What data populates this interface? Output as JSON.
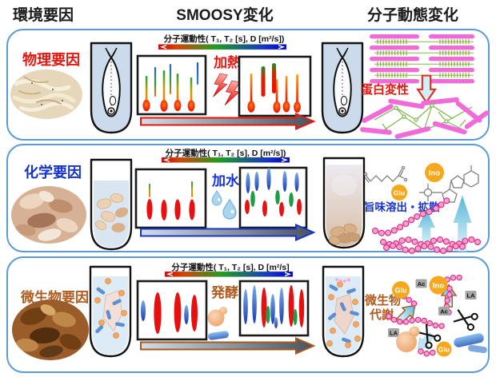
{
  "header": {
    "environment": "環境要因",
    "smoosy": "SMOOSY変化",
    "dynamics": "分子動態変化"
  },
  "rows": [
    {
      "factor": "物理要因",
      "axis_label": "分子運動性( T₁, T₂ [s], D [m²/s])",
      "change": "加熱",
      "result": "蛋白変性"
    },
    {
      "factor": "化学要因",
      "axis_label": "分子運動性( T₁, T₂ [s], D [m²/s])",
      "change": "加水",
      "result": "旨味溶出・拡散",
      "badge_ino": "Ino",
      "badge_glu": "Glu"
    },
    {
      "factor": "微生物要因",
      "axis_label": "分子運動性( T₁, T₂ [s], D [m²/s]",
      "change": "発酵",
      "result_line1": "微生物",
      "result_line2": "代謝",
      "badge_glu_top": "Glu",
      "badge_ino": "Ino",
      "badge_glu_bottom": "Glu",
      "badge_ac_top": "Ac",
      "badge_ac_mid": "Ac",
      "badge_la_right": "LA",
      "badge_la_left": "LA"
    }
  ],
  "icons": {
    "scissors": "✂"
  },
  "colors": {
    "frame_border": "#5b9bd5",
    "physical_accent": "#e8150d",
    "chemical_accent": "#1733cf",
    "microbial_accent": "#b05a1d",
    "scale_red": "#cc0000",
    "scale_green": "#1e9e1e",
    "scale_blue": "#0000c8",
    "metabolite_badge_orange": "#f5a81e",
    "metabolite_badge_gray": "#a6a6a6",
    "bead_pink": "#ff9fd0",
    "muscle_pink": "#f06ad8",
    "network_green": "#7ab648"
  }
}
